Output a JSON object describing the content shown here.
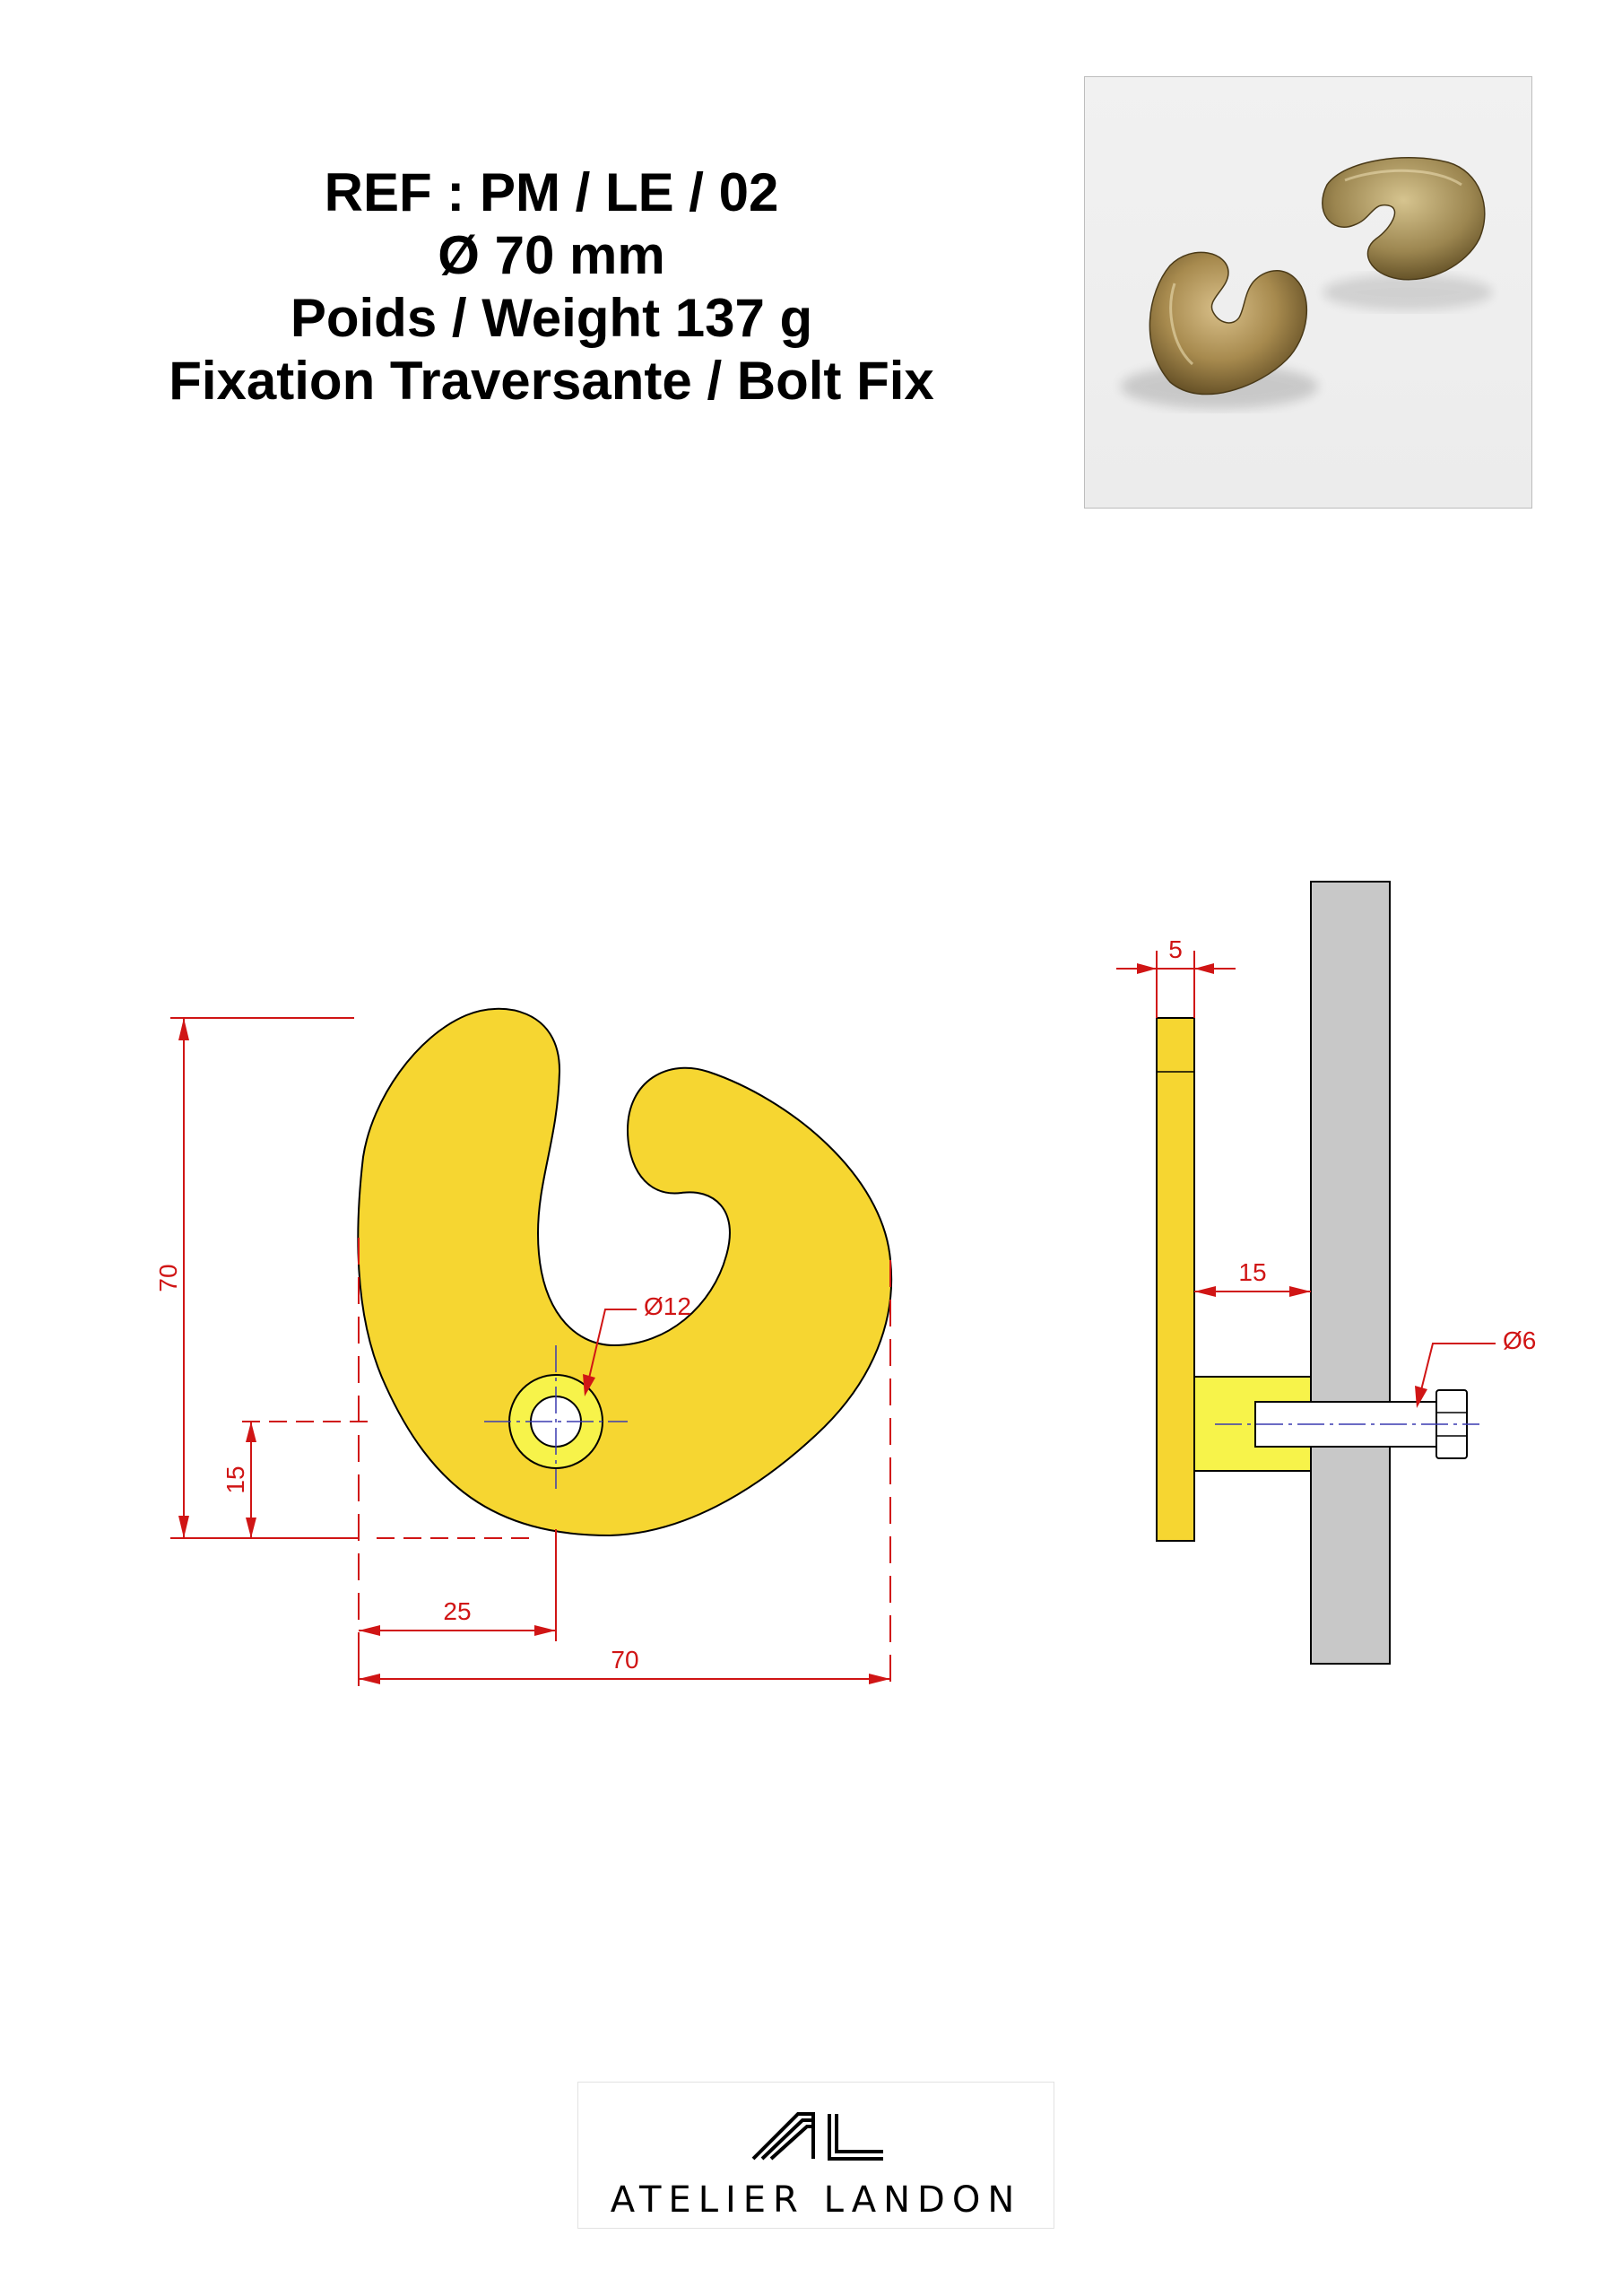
{
  "header": {
    "ref": "REF : PM / LE / 02",
    "diameter": "Ø 70 mm",
    "weight": "Poids / Weight 137 g",
    "fixation": "Fixation Traversante / Bolt Fix"
  },
  "front_view": {
    "height_label": "70",
    "width_label": "70",
    "hole_offset_x_label": "25",
    "hole_offset_y_label": "15",
    "hole_diameter_label": "Ø12"
  },
  "side_view": {
    "thickness_label": "5",
    "standoff_label": "15",
    "bolt_diameter_label": "Ø6"
  },
  "logo": {
    "monogram": "AL",
    "name": "ATELIER LANDON"
  },
  "colors": {
    "part_fill": "#f6d631",
    "hole_fill": "#f7f34a",
    "dimension": "#d01515",
    "wall": "#c8c8c8",
    "outline": "#000000",
    "centerline": "#3a3ab0"
  }
}
